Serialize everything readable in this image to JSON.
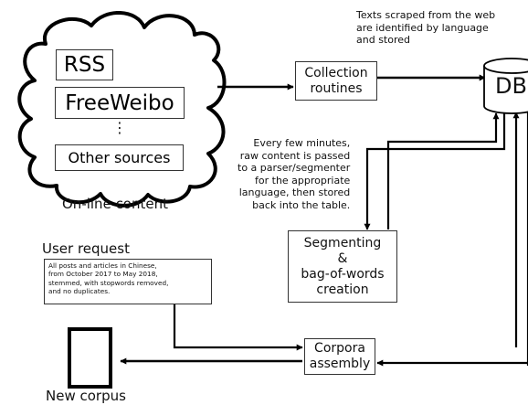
{
  "sources": {
    "rss": "RSS",
    "freeweibo": "FreeWeibo",
    "ellipsis": "⋮",
    "other": "Other sources",
    "caption": "On-line content"
  },
  "collection": "Collection\nroutines",
  "db": "DB",
  "notes": {
    "scrape": "Texts scraped from the web\nare identified by language\nand stored",
    "parse": "Every few minutes,\nraw content is passed\nto a parser/segmenter\nfor the appropriate\nlanguage, then stored\nback into the table."
  },
  "segmenting": "Segmenting\n&\nbag-of-words\ncreation",
  "user_request": {
    "label": "User request",
    "text": "All posts and articles in Chinese,\nfrom October 2017 to May 2018,\nstemmed, with stopwords removed,\nand no duplicates."
  },
  "corpora": "Corpora\nassembly",
  "new_corpus": "New corpus"
}
